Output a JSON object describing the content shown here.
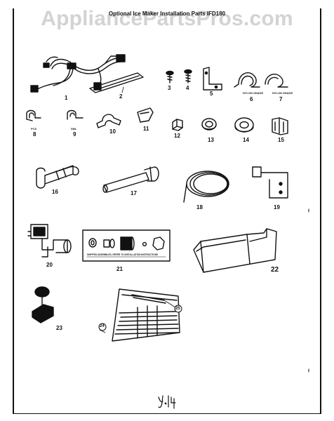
{
  "watermark": "AppliancePartsPros.com",
  "title": "Optional Ice Maker Installation Parts IFD180",
  "callouts": {
    "c1": "1",
    "c2": "2",
    "c3": "3",
    "c4": "4",
    "c5": "5",
    "c6": "6",
    "c7": "7",
    "c8": "8",
    "c9": "9",
    "c10": "10",
    "c11": "11",
    "c12": "12",
    "c13": "13",
    "c14": "14",
    "c15": "15",
    "c16": "16",
    "c17": "17",
    "c18": "18",
    "c19": "19",
    "c20": "20",
    "c21": "21",
    "c22": "22",
    "c23": "23",
    "c24": "24",
    "c25": "25"
  },
  "sublabels": {
    "s6": "NYLON SHADE",
    "s7": "NYLON SHADE",
    "s8": "PCS",
    "s9": "SML"
  },
  "panel_caption": "SHIPPED ASSEMBLED, REFER TO INSTALLATION INSTRUCTIONS",
  "signature_mark": "y.14",
  "colors": {
    "ink": "#111111",
    "watermark": "#afafaf",
    "background": "#ffffff"
  }
}
